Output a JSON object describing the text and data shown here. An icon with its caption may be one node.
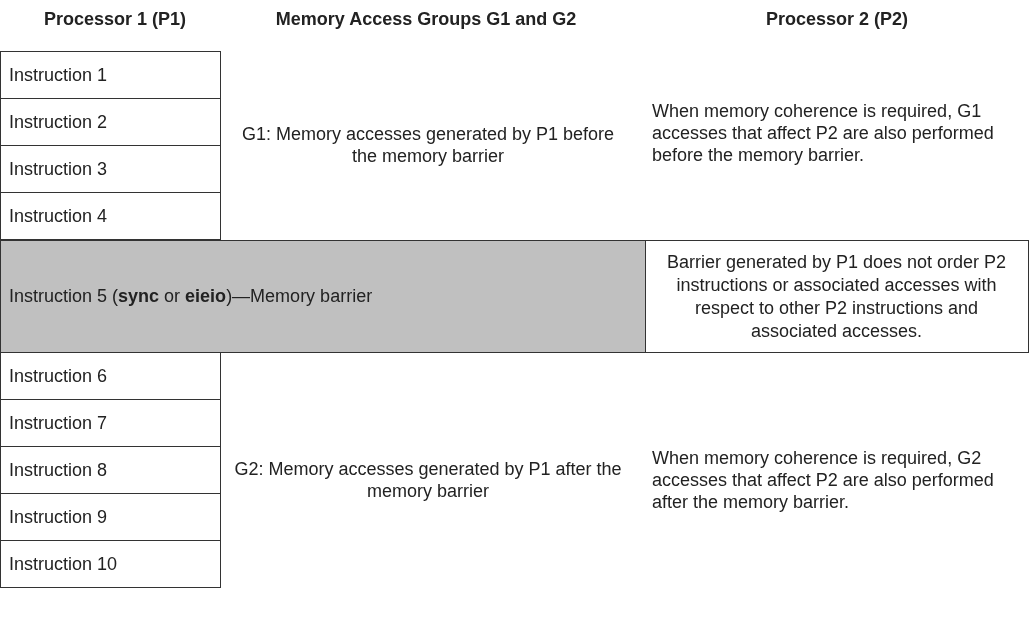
{
  "diagram": {
    "nodes": [
      {
        "text": [
          "Instruction 1"
        ]
      },
      {
        "text": [
          "Instruction 2"
        ]
      },
      {
        "text": [
          "Instruction 3"
        ]
      },
      {
        "text": [
          "Instruction 4"
        ]
      },
      {
        "text": [
          "Instruction 5 (**sync** or **eieio**)—Memory barrier"
        ]
      },
      {
        "text": [
          "Barrier generated by P1 does not order P2 instructions or associated accesses with respect to other P2 instructions and associated accesses."
        ]
      },
      {
        "text": [
          "Instruction 6"
        ]
      },
      {
        "text": [
          "Instruction 7"
        ]
      },
      {
        "text": [
          "Instruction 8"
        ]
      },
      {
        "text": [
          "Instruction 9"
        ]
      },
      {
        "text": [
          "Instruction 10"
        ]
      }
    ],
    "labels": [
      "Processor 1 (P1)",
      "Memory Access Groups G1 and G2",
      "Processor 2 (P2)",
      "G1: Memory accesses generated by P1 before the memory barrier",
      "When memory coherence is required, G1 accesses that affect P2 are also performed before the memory barrier.",
      "G2: Memory accesses generated by P1 after the memory barrier",
      "When memory coherence is required, G2 accesses that affect P2 are also performed after the memory barrier."
    ]
  }
}
